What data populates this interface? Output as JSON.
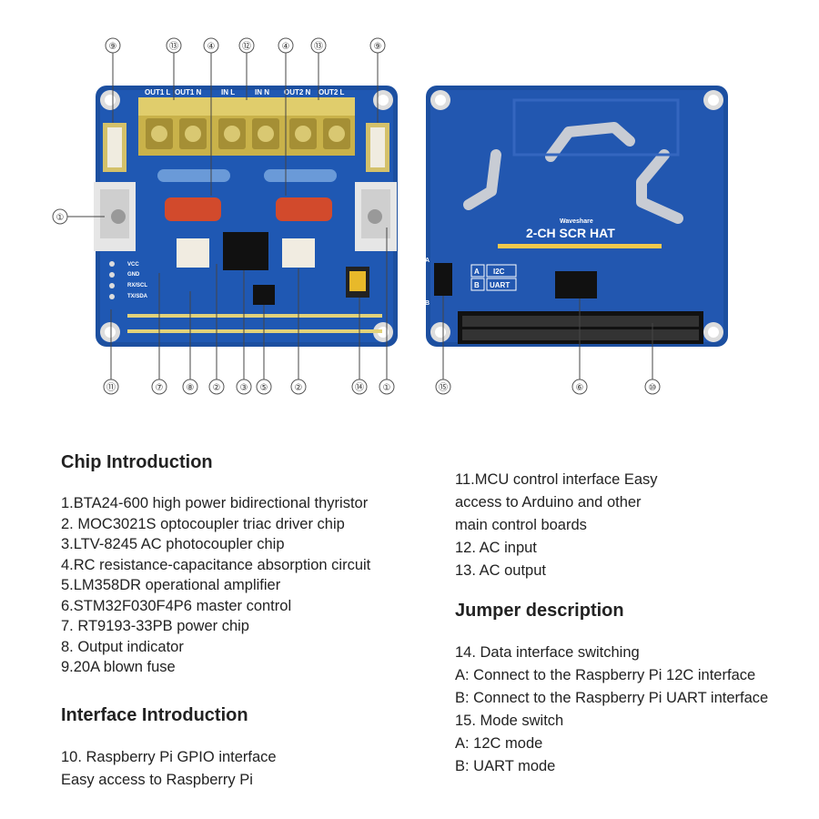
{
  "figure": {
    "callouts_top": [
      "⑨",
      "⑬",
      "④",
      "⑫",
      "④",
      "⑬",
      "⑨"
    ],
    "callouts_bottom_left": [
      "⑪",
      "⑦",
      "⑧",
      "②",
      "③",
      "⑤",
      "②",
      "⑭",
      "①"
    ],
    "callouts_bottom_right": [
      "⑮",
      "⑥",
      "⑩"
    ],
    "callout_left": "①",
    "terminal_labels": [
      "OUT1 L",
      "OUT1 N",
      "IN L",
      "IN N",
      "OUT2 N",
      "OUT2 L"
    ],
    "pin_labels": [
      "VCC",
      "GND",
      "RX/SCL",
      "TX/SDA"
    ],
    "board_title": "2-CH SCR HAT",
    "brand": "Waveshare",
    "jumper_a_label": "I2C",
    "jumper_b_label": "UART",
    "jumper_a_letter": "A",
    "jumper_b_letter": "B",
    "mode_a": "A",
    "mode_b": "B"
  },
  "chip_intro": {
    "heading": "Chip Introduction",
    "items": [
      "1.BTA24-600 high power bidirectional thyristor",
      "2. MOC3021S optocoupler triac driver chip",
      "3.LTV-8245 AC photocoupler chip",
      "4.RC resistance-capacitance absorption circuit",
      "5.LM358DR operational amplifier",
      "6.STM32F030F4P6 master control",
      "7. RT9193-33PB power chip",
      "8. Output indicator",
      "9.20A blown fuse"
    ]
  },
  "interface_intro": {
    "heading": "Interface Introduction",
    "items": [
      "10. Raspberry Pi GPIO interface",
      "Easy access to Raspberry Pi"
    ]
  },
  "right_top": {
    "items": [
      "11.MCU control interface Easy",
      "access to Arduino and other",
      "main control boards",
      "12. AC input",
      "13. AC output"
    ]
  },
  "jumper": {
    "heading": "Jumper description",
    "items": [
      "14. Data interface switching",
      "A: Connect to the Raspberry Pi 12C interface",
      "B: Connect to the Raspberry Pi UART interface",
      "15. Mode switch",
      "A: 12C mode",
      "B: UART mode"
    ]
  }
}
